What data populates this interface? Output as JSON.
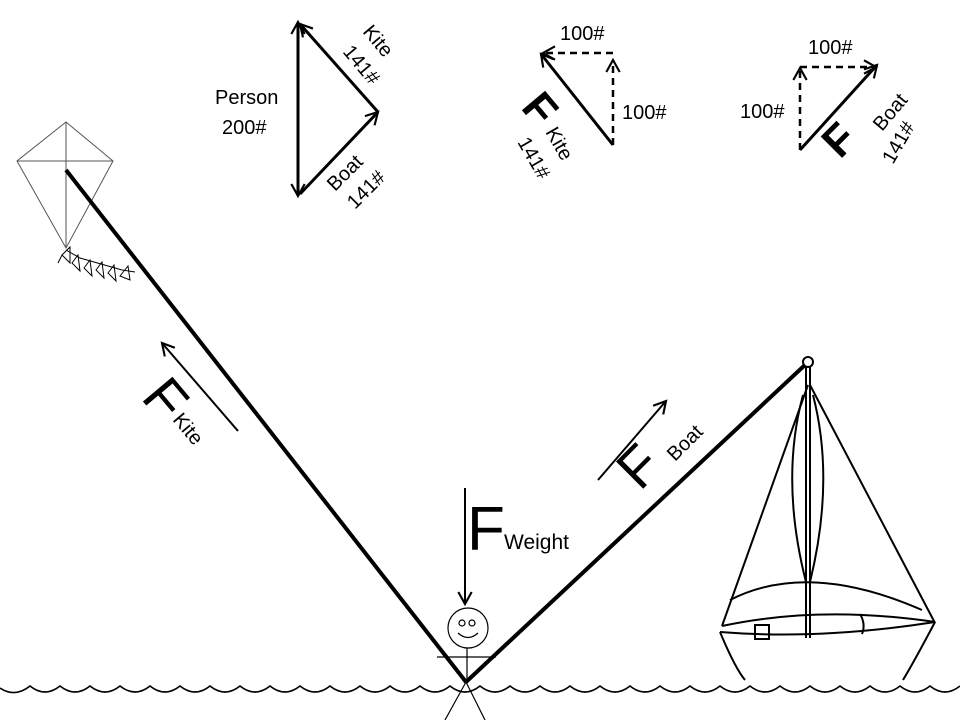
{
  "colors": {
    "ink": "#000000",
    "kite_frame": "#555555",
    "background": "#ffffff"
  },
  "vector_triangle": {
    "person_label": "Person",
    "person_value": "200#",
    "kite_label": "Kite",
    "kite_value": "141#",
    "boat_label": "Boat",
    "boat_value": "141#"
  },
  "kite_components": {
    "horizontal_value": "100#",
    "vertical_value": "100#",
    "force_symbol": "F",
    "force_label": "Kite",
    "force_value": "141#"
  },
  "boat_components": {
    "horizontal_value": "100#",
    "vertical_value": "100#",
    "force_symbol": "F",
    "force_label": "Boat",
    "force_value": "141#"
  },
  "scene": {
    "kite_force_symbol": "F",
    "kite_force_label": "Kite",
    "boat_force_symbol": "F",
    "boat_force_label": "Boat",
    "weight_force_symbol": "F",
    "weight_force_label": "Weight"
  }
}
